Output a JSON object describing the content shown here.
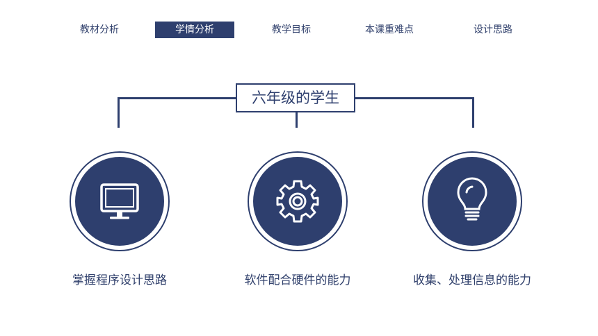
{
  "nav": {
    "tabs": [
      {
        "label": "教材分析",
        "active": false
      },
      {
        "label": "学情分析",
        "active": true
      },
      {
        "label": "教学目标",
        "active": false
      },
      {
        "label": "本课重难点",
        "active": false
      },
      {
        "label": "设计思路",
        "active": false
      }
    ]
  },
  "center_title": "六年级的学生",
  "abilities": [
    {
      "label": "掌握程序设计思路",
      "icon": "monitor-icon"
    },
    {
      "label": "软件配合硬件的能力",
      "icon": "gear-icon"
    },
    {
      "label": "收集、处理信息的能力",
      "icon": "lightbulb-icon"
    }
  ],
  "colors": {
    "primary": "#2e3f6e",
    "text": "#2f3f6b",
    "background": "#ffffff"
  }
}
